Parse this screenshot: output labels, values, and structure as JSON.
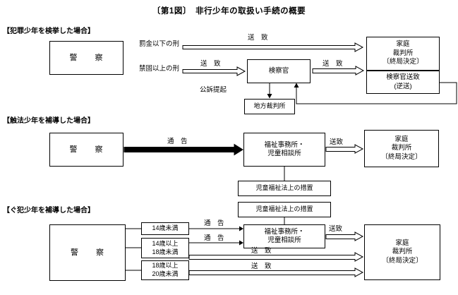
{
  "title": "〔第1図〕　非行少年の取扱い手続の概要",
  "section1": {
    "heading": "【犯罪少年を検挙した場合】",
    "police": "警　　察",
    "label_fine": "罰金以下の刑",
    "label_prison": "禁固以上の刑",
    "souchi_top": "送　致",
    "souchi_mid": "送　致",
    "souchi_right": "送　致",
    "prosecutor": "検察官",
    "prosecution": "公訴提起",
    "district_court": "地方裁判所",
    "family_court": "家庭\n裁判所\n〔終局決定〕",
    "referral": "検察官送致\n(逆送)"
  },
  "section2": {
    "heading": "【触法少年を補導した場合】",
    "police": "警　　察",
    "tsukoku": "通　告",
    "welfare": "福祉事務所・\n児童相談所",
    "souchi": "送致",
    "family_court": "家庭\n裁判所\n〔終局決定〕",
    "measure": "児童福祉法上の措置"
  },
  "section3": {
    "heading": "【ぐ犯少年を補導した場合】",
    "measure": "児童福祉法上の措置",
    "police": "警　　察",
    "age_under14": "14歳未満",
    "age_14_18": "14歳以上\n18歳未満",
    "age_18_20": "18歳以上\n20歳未満",
    "tsukoku_1": "通　告",
    "tsukoku_2": "通　告",
    "souchi_welfare": "送致",
    "souchi_mid": "送　致",
    "souchi_bottom": "送　致",
    "welfare": "福祉事務所・\n児童相談所",
    "family_court": "家庭\n裁判所\n〔終局決定〕"
  }
}
